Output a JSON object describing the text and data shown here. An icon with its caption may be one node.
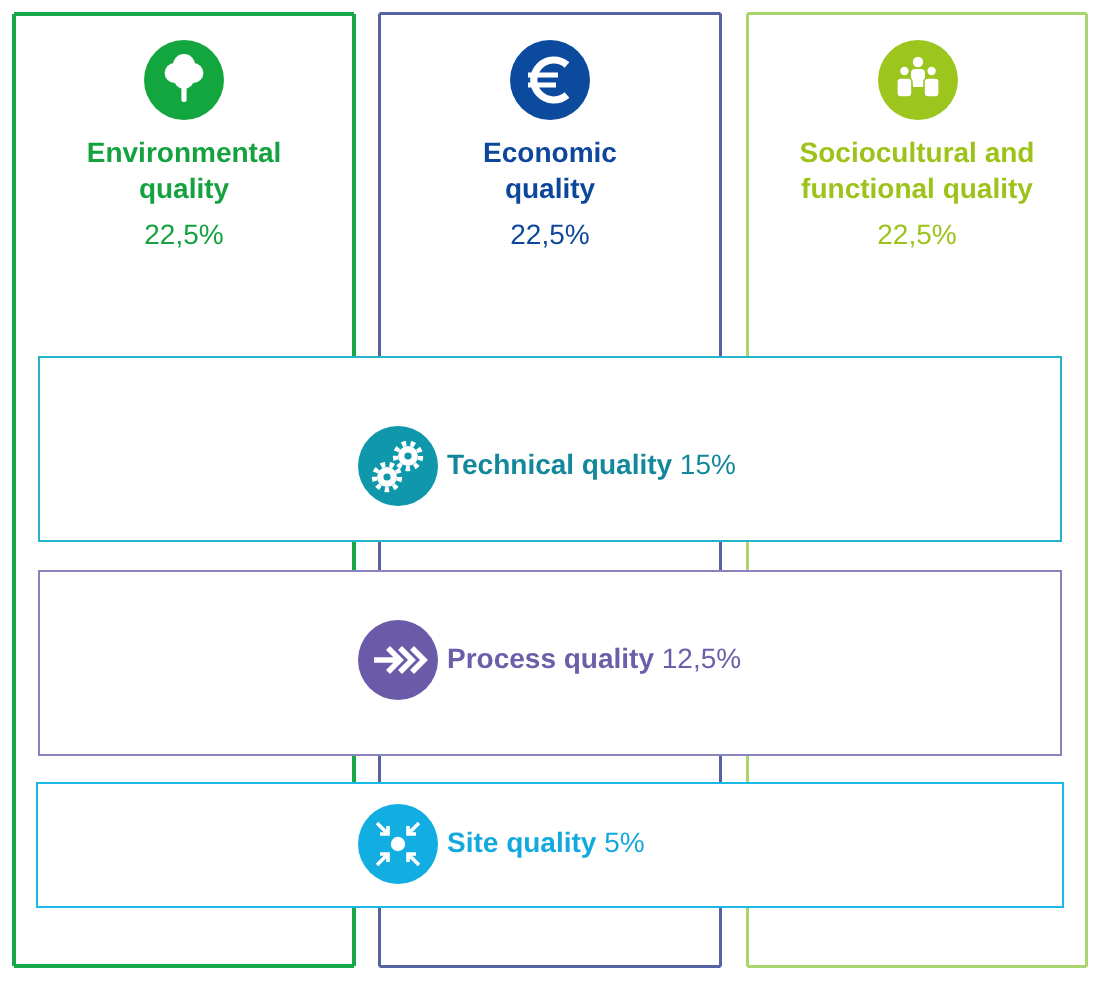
{
  "diagram": {
    "nodes": [
      {
        "text": [
          "Environmental quality",
          "22,5%"
        ]
      },
      {
        "text": [
          "Economic quality",
          "22,5%"
        ]
      },
      {
        "text": [
          "Sociocultural and functional quality",
          "22,5%"
        ]
      },
      {
        "text": [
          "**Technical quality** 15%"
        ]
      },
      {
        "text": [
          "**Process quality** 12,5%"
        ]
      },
      {
        "text": [
          "**Site quality** 5%"
        ]
      }
    ]
  }
}
